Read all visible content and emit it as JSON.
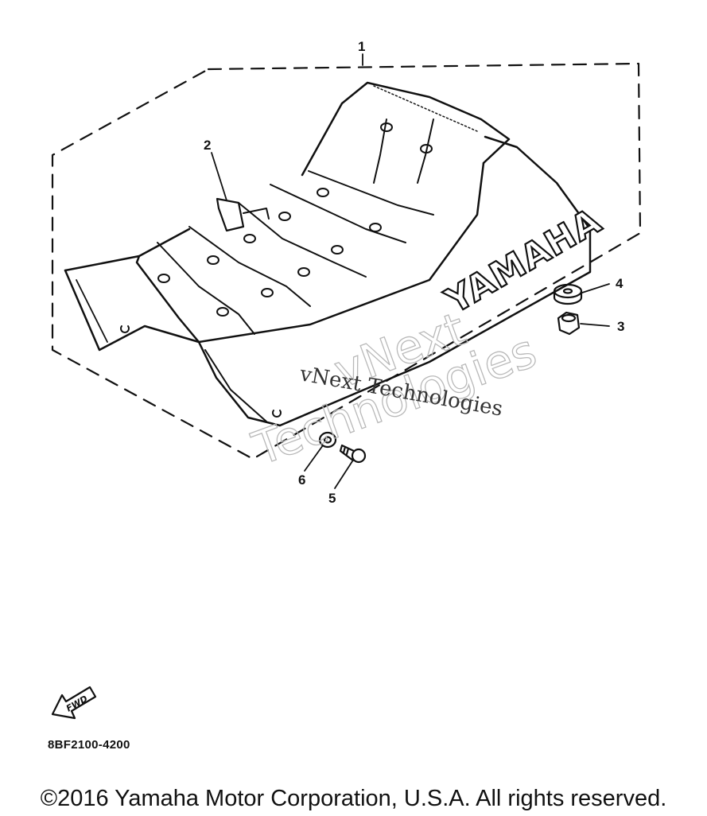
{
  "diagram": {
    "callouts": [
      "1",
      "2",
      "3",
      "4",
      "5",
      "6"
    ],
    "brand_label": "YAMAHA",
    "fwd_label": "FWD",
    "watermark_outline_line1": "vNext",
    "watermark_outline_line2": "Technologies",
    "watermark_text": "vNext Technologies"
  },
  "footer": {
    "part_number": "8BF2100-4200",
    "copyright": "©2016 Yamaha Motor Corporation, U.S.A. All rights reserved."
  }
}
